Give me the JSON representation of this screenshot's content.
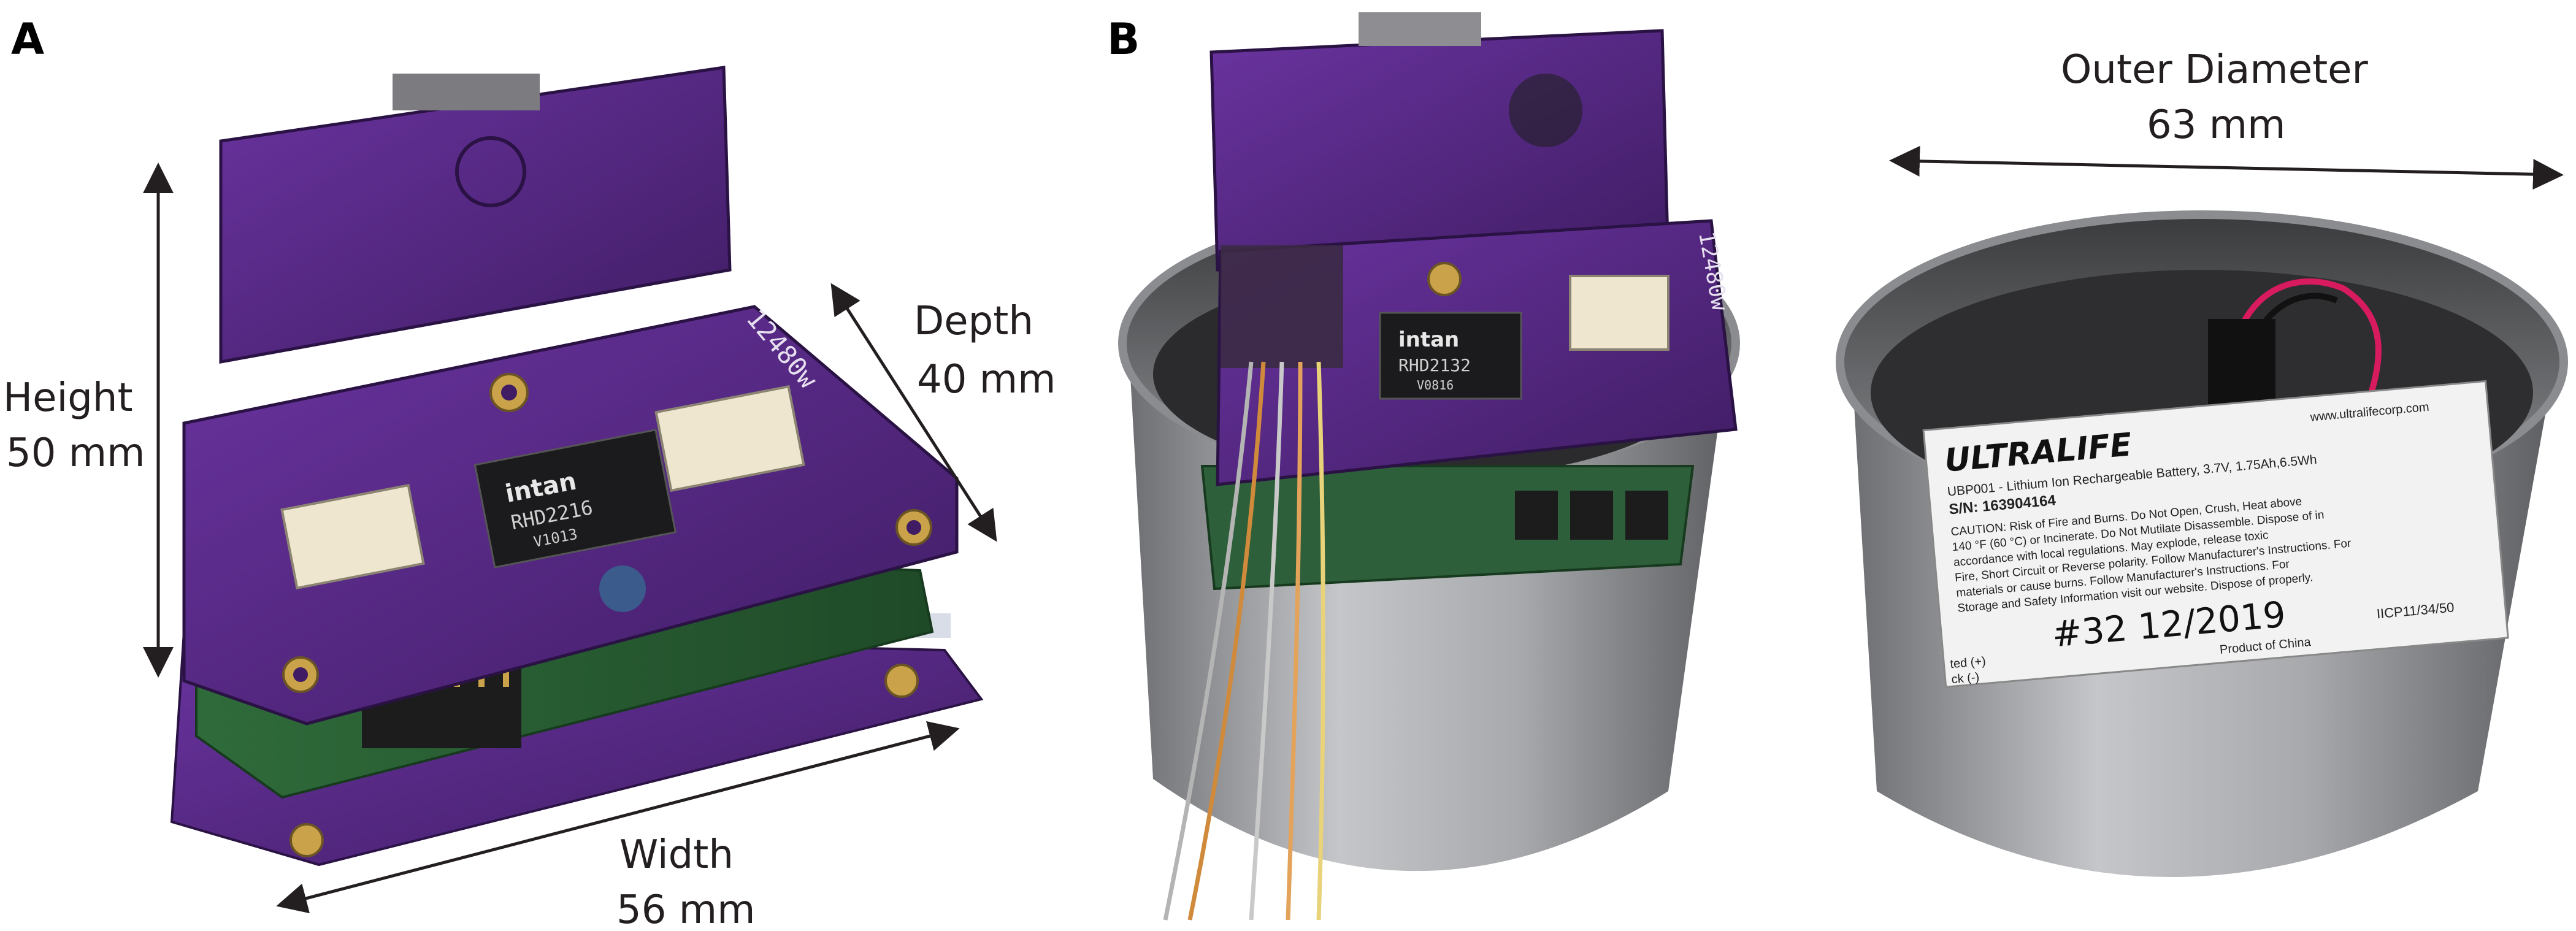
{
  "panels": {
    "a": {
      "label": "A"
    },
    "b": {
      "label": "B"
    }
  },
  "dimensions": {
    "height": {
      "name": "Height",
      "value": "50 mm"
    },
    "depth": {
      "name": "Depth",
      "value": "40 mm"
    },
    "width": {
      "name": "Width",
      "value": "56 mm"
    },
    "outer_diameter": {
      "name": "Outer Diameter",
      "value": "63 mm"
    }
  },
  "board_a": {
    "chip_brand": "intan",
    "chip_model": "RHD2216",
    "chip_version": "V1013",
    "silk_serial": "12480w"
  },
  "board_b": {
    "chip_brand": "intan",
    "chip_model": "RHD2132",
    "chip_version": "V0816",
    "silk_serial": "12480w"
  },
  "battery_label": {
    "brand": "ULTRALIFE",
    "website": "www.ultralifecorp.com",
    "line1": "UBP001 - Lithium Ion Rechargeable Battery, 3.7V, 1.75Ah,6.5Wh",
    "line2": "S/N: 163904164",
    "caution1": "CAUTION: Risk of Fire and Burns. Do Not Open, Crush, Heat above",
    "caution2": "140 °F (60 °C) or Incinerate. Do Not Mutilate Disassemble. Dispose of in",
    "caution3": "accordance with local regulations. May explode, release toxic",
    "caution4": "Fire, Short Circuit or Reverse polarity. Follow Manufacturer's Instructions. For",
    "caution5": "materials or cause burns. Follow Manufacturer's Instructions. For",
    "caution6": "Storage and Safety Information visit our website. Dispose of properly.",
    "handwritten": "#32 12/2019",
    "code": "IICP11/34/50",
    "origin": "Product of China",
    "polarity1": "ted (+)",
    "polarity2": "ck (-)"
  },
  "colors": {
    "pcb_purple": "#5b2a86",
    "pcb_purple_dark": "#3f1c63",
    "pcb_green": "#2f6b3a",
    "gold": "#c9a24a",
    "steel": "#a7a9ac",
    "steel_dark": "#6d6e71",
    "arrow": "#231f20"
  }
}
